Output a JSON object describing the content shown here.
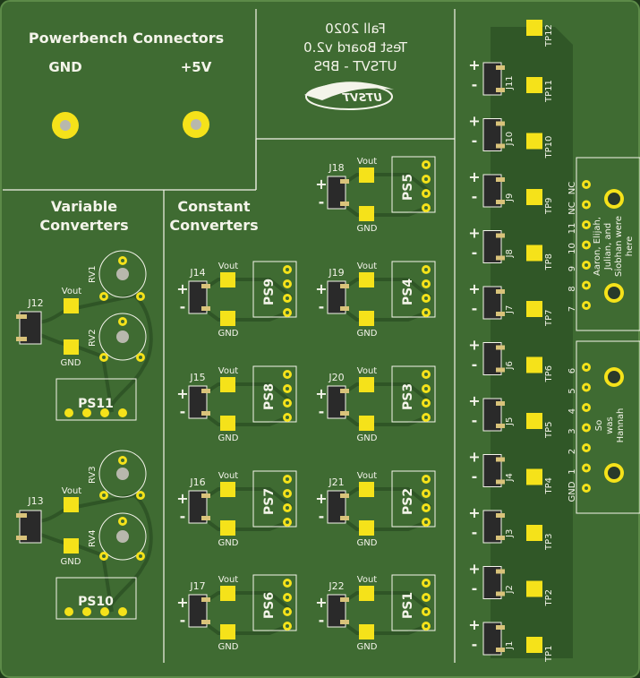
{
  "colors": {
    "board": "#3f6b32",
    "board_dark": "#2f5526",
    "silkscreen": "#f4f4ea",
    "pad": "#f5e21a",
    "hole": "#b8b8ad",
    "header": "#2a2a2a",
    "pin": "#d9c37a"
  },
  "sections": {
    "powerbench_title": "Powerbench Connectors",
    "gnd_label": "GND",
    "v5_label": "+5V",
    "variable_title_1": "Variable",
    "variable_title_2": "Converters",
    "constant_title_1": "Constant",
    "constant_title_2": "Converters"
  },
  "title_block": {
    "line1": "UTSVT - BPS",
    "line2": "Test Board v2.0",
    "line3": "Fall 2020",
    "logo_text": "UTSVT"
  },
  "variable": {
    "j12": "J12",
    "j13": "J13",
    "rv1": "RV1",
    "rv2": "RV2",
    "rv3": "RV3",
    "rv4": "RV4",
    "vout": "Vout",
    "gnd": "GND",
    "ps11": "PS11",
    "ps10": "PS10"
  },
  "constant": {
    "vout": "Vout",
    "gnd": "GND",
    "plus": "+",
    "minus": "-",
    "left": [
      {
        "j": "J14",
        "ps": "PS9"
      },
      {
        "j": "J15",
        "ps": "PS8"
      },
      {
        "j": "J16",
        "ps": "PS7"
      },
      {
        "j": "J17",
        "ps": "PS6"
      }
    ],
    "right": [
      {
        "j": "J18",
        "ps": "PS5"
      },
      {
        "j": "J19",
        "ps": "PS4"
      },
      {
        "j": "J20",
        "ps": "PS3"
      },
      {
        "j": "J21",
        "ps": "PS2"
      },
      {
        "j": "J22",
        "ps": "PS1"
      }
    ]
  },
  "testpoints": {
    "rows": [
      {
        "j": "J11",
        "tp": "TP11"
      },
      {
        "j": "J10",
        "tp": "TP10"
      },
      {
        "j": "J9",
        "tp": "TP9"
      },
      {
        "j": "J8",
        "tp": "TP8"
      },
      {
        "j": "J7",
        "tp": "TP7"
      },
      {
        "j": "J6",
        "tp": "TP6"
      },
      {
        "j": "J5",
        "tp": "TP5"
      },
      {
        "j": "J4",
        "tp": "TP4"
      },
      {
        "j": "J3",
        "tp": "TP3"
      },
      {
        "j": "J2",
        "tp": "TP2"
      },
      {
        "j": "J1",
        "tp": "TP1"
      }
    ],
    "tp12": "TP12"
  },
  "connectors": {
    "upper_pins": [
      "NC",
      "NC",
      "11",
      "10",
      "9",
      "8",
      "7"
    ],
    "lower_pins": [
      "6",
      "5",
      "4",
      "3",
      "2",
      "1",
      "GND"
    ],
    "upper_note": [
      "Aaron, Elijah,",
      "Julian, and",
      "Siobhan were",
      "here"
    ],
    "lower_note": [
      "So",
      "was",
      "Hannah"
    ]
  }
}
